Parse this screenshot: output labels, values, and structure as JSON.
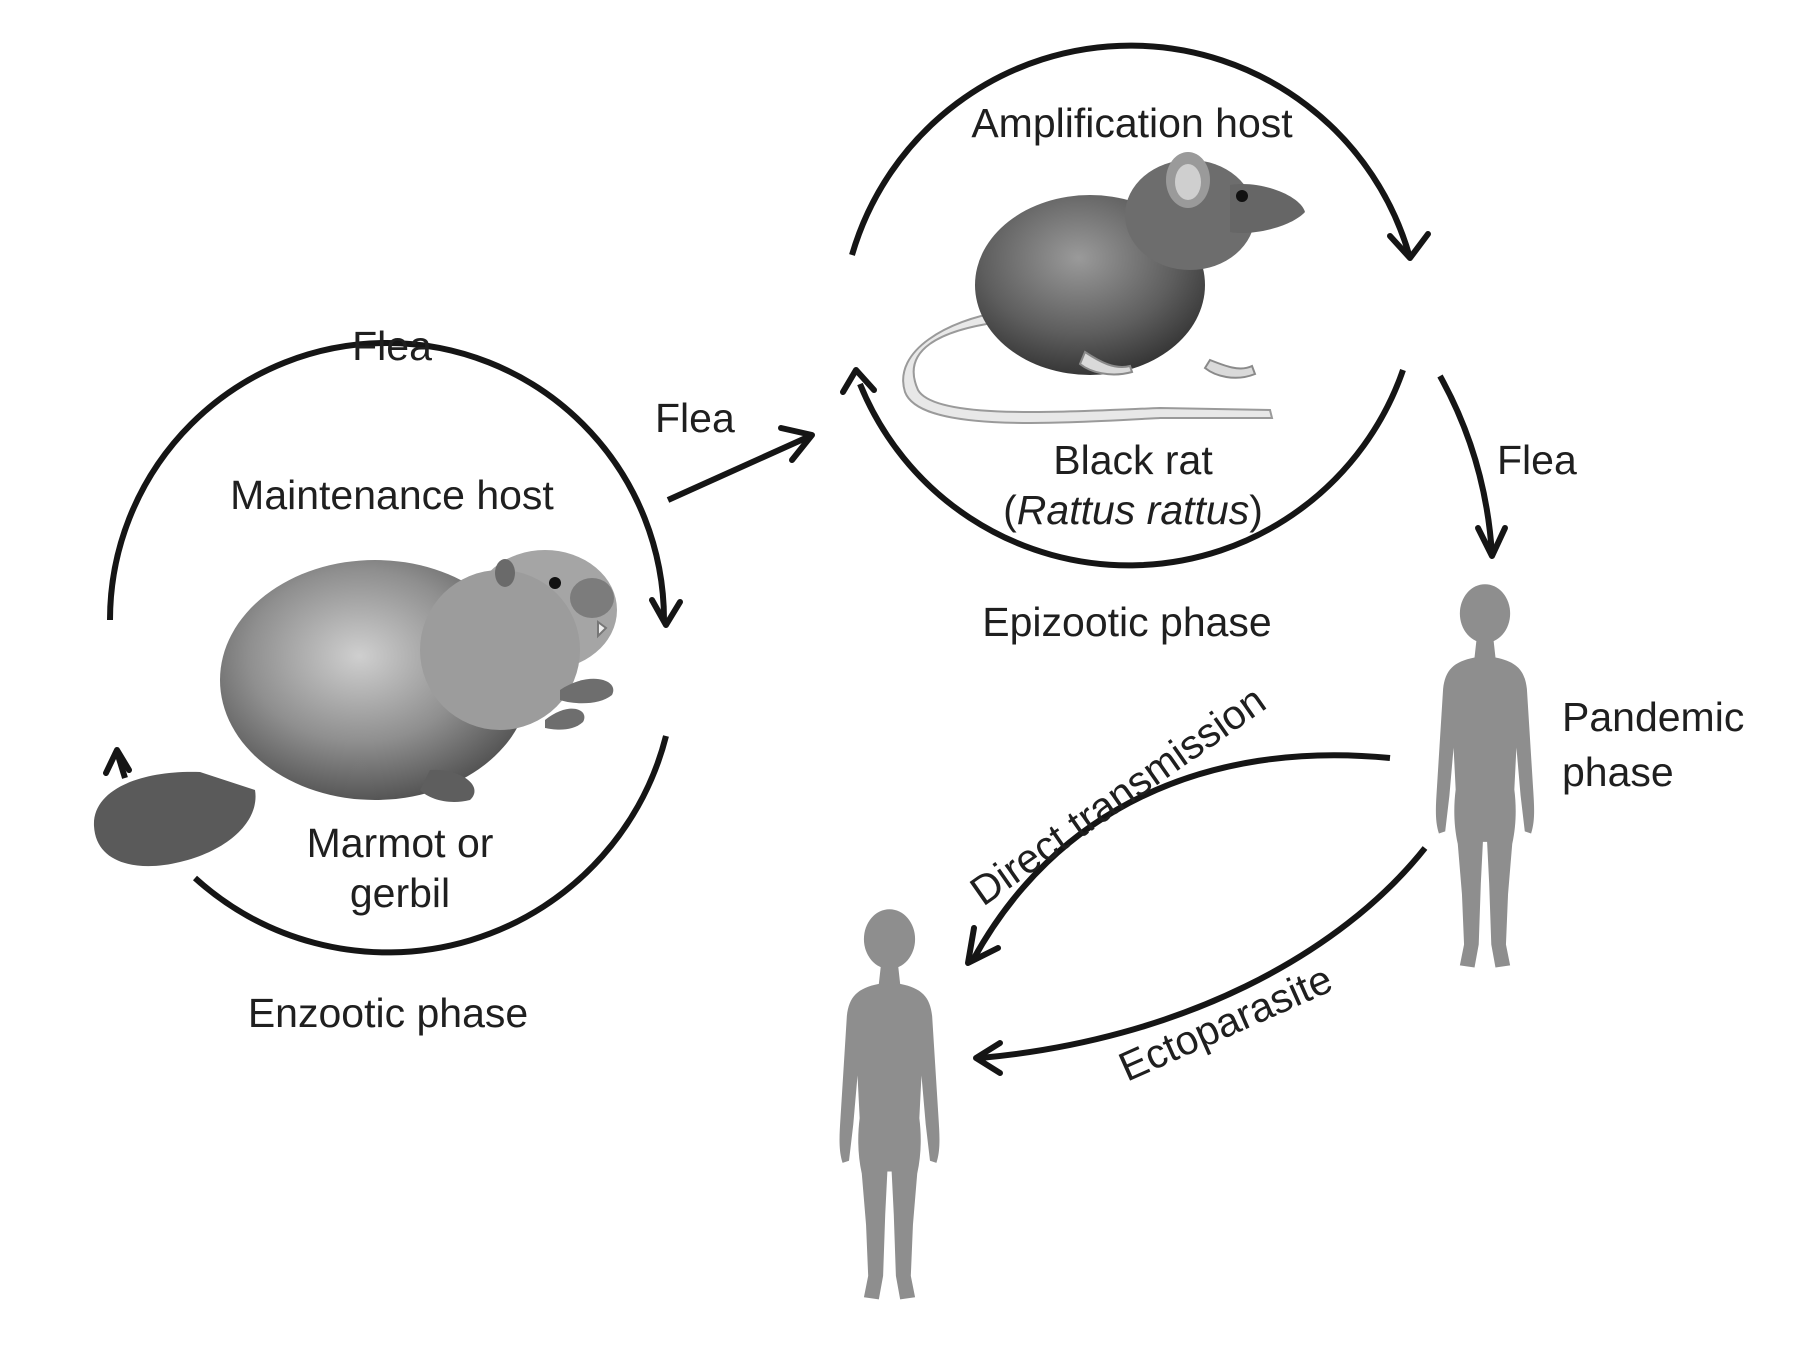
{
  "colors": {
    "ink": "#151515",
    "silhouette": "#8e8e8e"
  },
  "enzootic": {
    "flea_label": "Flea",
    "host_role": "Maintenance host",
    "host_species": [
      "Marmot or",
      "gerbil"
    ],
    "phase": "Enzootic phase",
    "illustration": "beaver-illustration"
  },
  "transfer_flea": "Flea",
  "epizootic": {
    "host_role": "Amplification host",
    "host_name": "Black rat",
    "scientific_name": "Rattus rattus",
    "phase": "Epizootic phase",
    "illustration": "black-rat-illustration"
  },
  "to_human_flea": "Flea",
  "pandemic": {
    "phase": [
      "Pandemic",
      "phase"
    ],
    "direct_transmission": "Direct transmission",
    "ectoparasite": "Ectoparasite",
    "figures": [
      "human-silhouette-icon",
      "human-silhouette-icon"
    ]
  }
}
